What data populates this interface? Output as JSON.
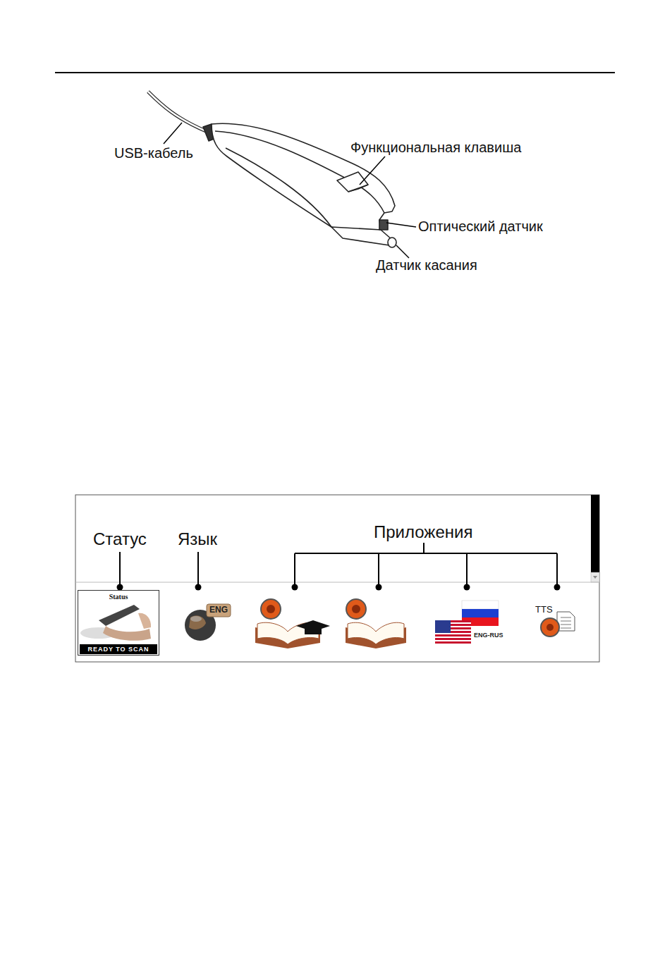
{
  "diagram": {
    "nodes": [
      {
        "text": [
          "Status",
          "READY TO SCAN"
        ]
      }
    ],
    "labels": [
      "USB-кабель",
      "Функциональная клавиша",
      "Оптический датчик",
      "Датчик касания",
      "Статус",
      "Язык",
      "Приложения",
      "ENG",
      "ENG-RUS",
      "TTS"
    ]
  }
}
